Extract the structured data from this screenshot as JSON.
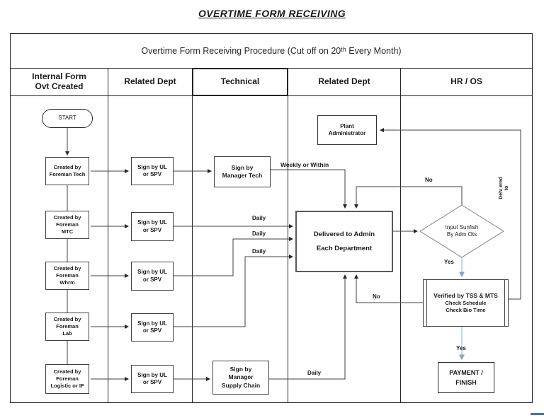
{
  "title": "OVERTIME FORM RECEIVING",
  "header": {
    "procedure": "Overtime Form Receiving Procedure (Cut off on 20ᵗʰ Every Month)"
  },
  "lanes": {
    "lane1": "Internal Form\nOvt Created",
    "lane2": "Related Dept",
    "lane3": "Technical",
    "lane4": "Related Dept",
    "lane5": "HR / OS"
  },
  "nodes": {
    "start": "START",
    "created_foreman_tech": "Created by\nForeman Tech",
    "created_foreman_mtc": "Created by\nForeman\nMTC",
    "created_foreman_whrm": "Created by\nForeman\nWhrm",
    "created_foreman_lab": "Created by\nForeman\nLab",
    "created_foreman_logistic": "Created by\nForeman\nLogistic or IF",
    "sign_ul_spv": "Sign by UL\nor SPV",
    "sign_manager_tech": "Sign by\nManager Tech",
    "sign_manager_supply_chain": "Sign by\nManager\nSupply Chain",
    "plant_administrator": "Plant\nAdministrator",
    "delivered_to_admin": "Delivered to Admin\nEach Department",
    "input_sunfish": "Input Sunfish\nBy Adm Ots",
    "verified_title": "Verified by TSS & MTS",
    "verified_detail": "Check Schedule\nCheck Bio Time",
    "payment_finish": "PAYMENT /\nFINISH"
  },
  "edge_labels": {
    "weekly_or_within": "Weekly or Within",
    "daily_row2": "Daily",
    "daily_row3": "Daily",
    "daily_row4": "Daily",
    "daily_supply": "Daily",
    "no_to_delivered_top": "No",
    "no_to_delivered_bottom": "No",
    "yes_to_verified": "Yes",
    "yes_to_payment": "Yes",
    "delivered_to_vertical": "Delv\nered\nto"
  },
  "colors": {
    "line": "#404040",
    "blue_connector": "#9dc3e6",
    "artifact_blue": "#4472c4"
  }
}
